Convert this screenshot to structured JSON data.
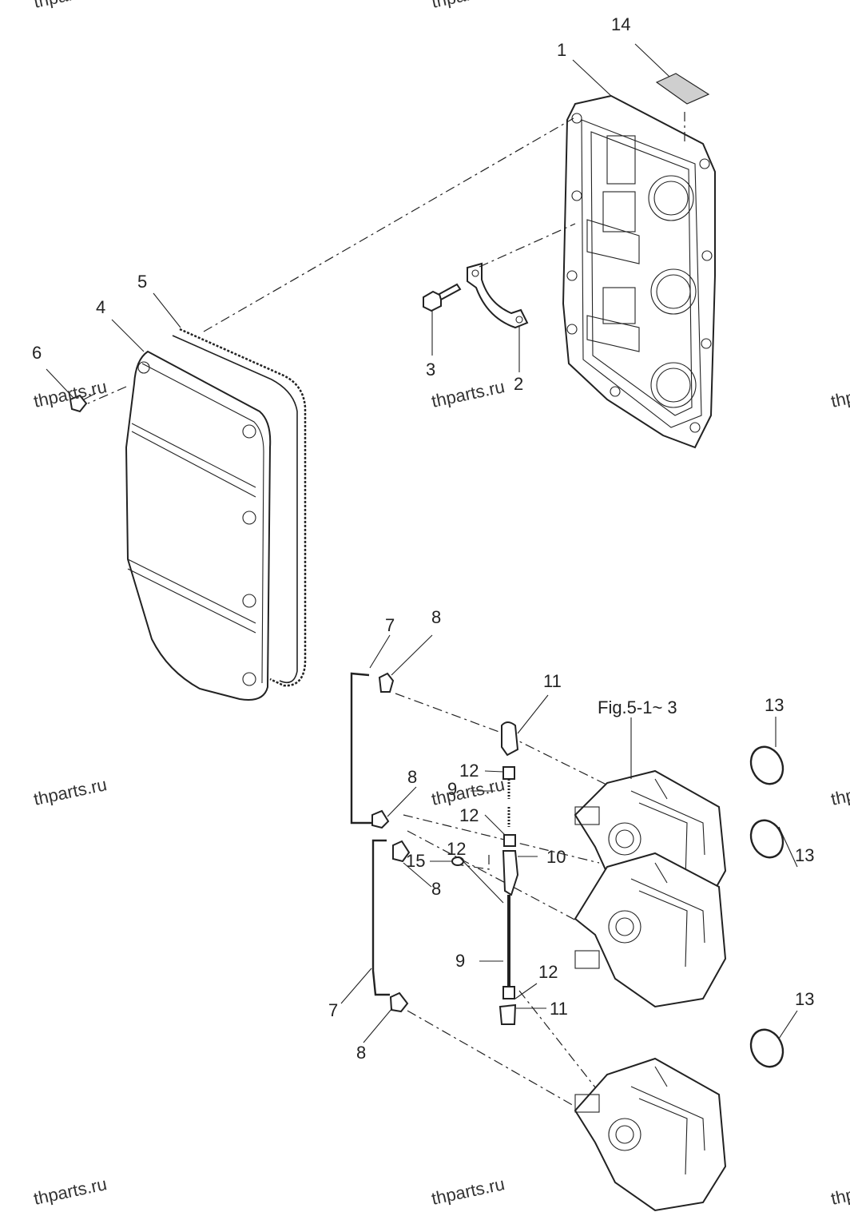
{
  "watermark": "thparts.ru",
  "callouts": {
    "c1": "1",
    "c2": "2",
    "c3": "3",
    "c4": "4",
    "c5": "5",
    "c6": "6",
    "c7a": "7",
    "c7b": "7",
    "c8a": "8",
    "c8b": "8",
    "c8c": "8",
    "c8d": "8",
    "c9a": "9",
    "c9b": "9",
    "c10": "10",
    "c11a": "11",
    "c11b": "11",
    "c12a": "12",
    "c12b": "12",
    "c12c": "12",
    "c12d": "12",
    "c13a": "13",
    "c13b": "13",
    "c13c": "13",
    "c14": "14",
    "c15": "15"
  },
  "figure_ref": "Fig.5-1~ 3"
}
